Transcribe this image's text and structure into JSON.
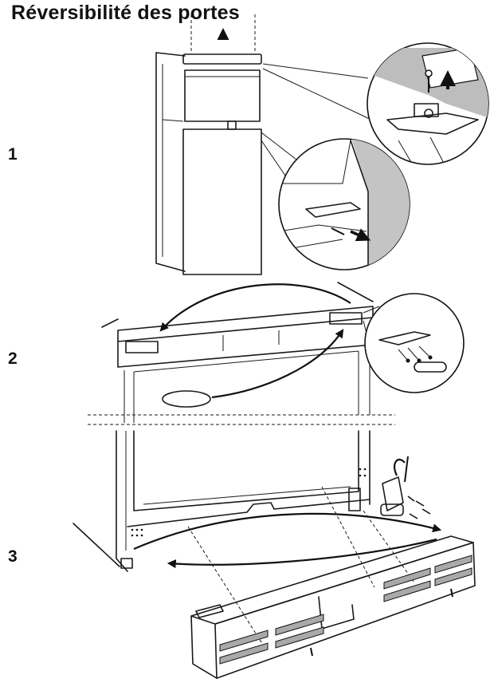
{
  "page": {
    "title": "Réversibilité des portes",
    "steps": [
      "1",
      "2",
      "3"
    ]
  },
  "icons": [
    "arrow-up-icon",
    "arrow-down-right-icon",
    "screw-icon",
    "screwdriver-icon"
  ]
}
